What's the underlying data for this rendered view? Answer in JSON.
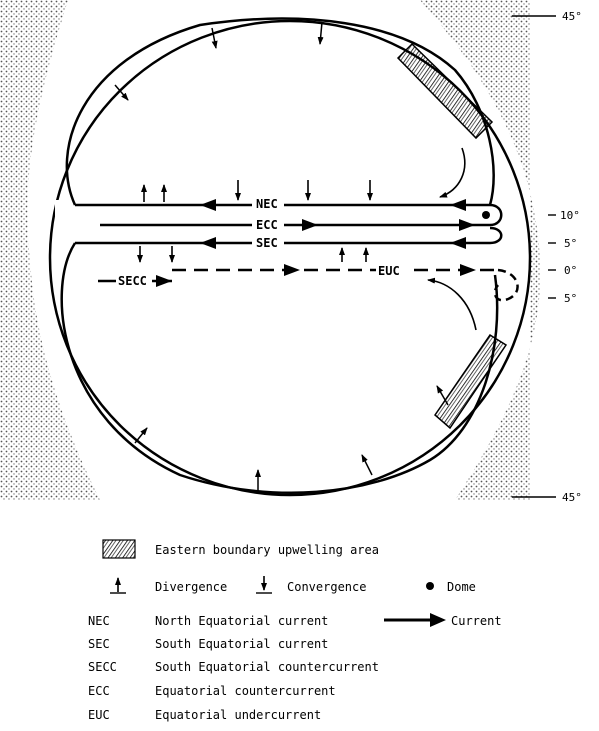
{
  "latitude_labels": {
    "north_45": "45°",
    "n10": "10°",
    "n5": "5°",
    "zero": "0°",
    "s5": "5°",
    "south_45": "45°"
  },
  "currents": {
    "nec": "NEC",
    "ecc": "ECC",
    "sec": "SEC",
    "secc": "SECC",
    "euc": "EUC"
  },
  "legend": {
    "upwelling": "Eastern boundary upwelling area",
    "divergence": "Divergence",
    "convergence": "Convergence",
    "dome": "Dome",
    "current": "Current",
    "rows": [
      {
        "code": "NEC",
        "desc": "North Equatorial current"
      },
      {
        "code": "SEC",
        "desc": "South Equatorial current"
      },
      {
        "code": "SECC",
        "desc": "South Equatorial countercurrent"
      },
      {
        "code": "ECC",
        "desc": "Equatorial countercurrent"
      },
      {
        "code": "EUC",
        "desc": "Equatorial undercurrent"
      }
    ]
  },
  "colors": {
    "ink": "#000000",
    "paper": "#ffffff",
    "coast_dots": "#555555"
  }
}
